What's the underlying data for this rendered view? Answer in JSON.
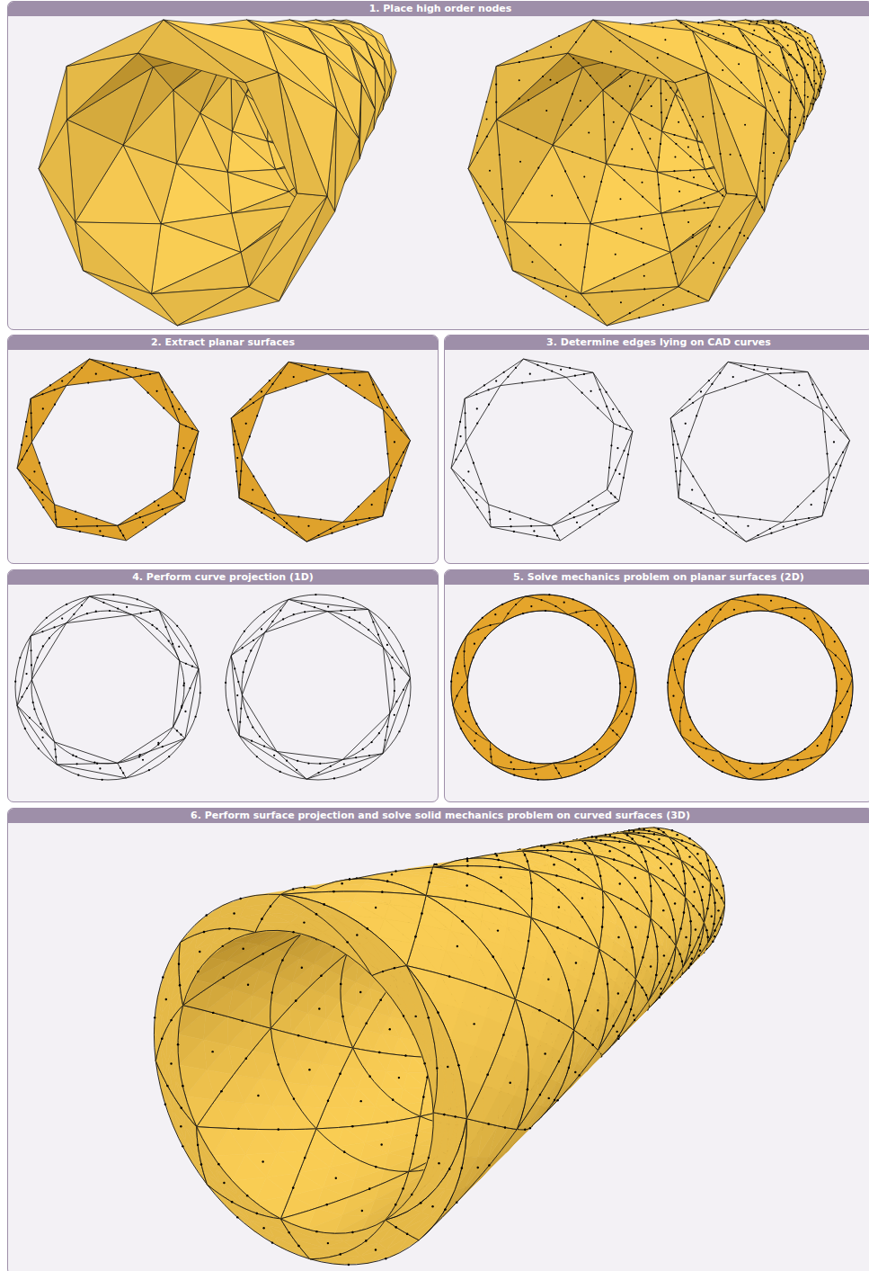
{
  "diagram": {
    "nodes": [
      {
        "text": [
          "1. Place high order nodes"
        ]
      },
      {
        "text": [
          "2. Extract planar surfaces"
        ]
      },
      {
        "text": [
          "3. Determine edges lying on CAD curves"
        ]
      },
      {
        "text": [
          "4. Perform curve projection (1D)"
        ]
      },
      {
        "text": [
          "5. Solve mechanics problem on planar surfaces (2D)"
        ]
      },
      {
        "text": [
          "6. Perform surface projection and solve solid mechanics problem on curved surfaces (3D)"
        ]
      }
    ]
  }
}
